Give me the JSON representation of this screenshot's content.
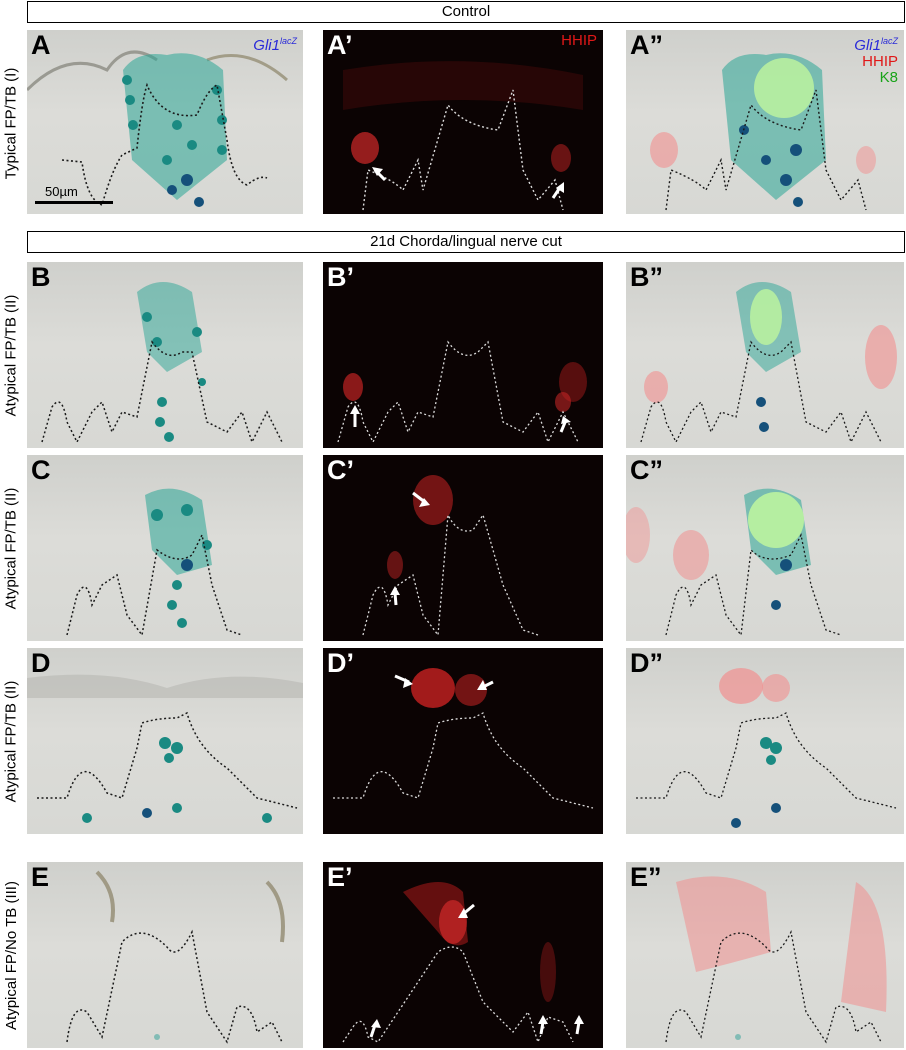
{
  "figure": {
    "sections": [
      {
        "label": "Control"
      },
      {
        "label": "21d Chorda/lingual nerve cut"
      }
    ],
    "rows": [
      {
        "label": "Typical FP/TB (I)",
        "letters": [
          "A",
          "A’",
          "A”"
        ]
      },
      {
        "label": "Atypical FP/TB (II)",
        "letters": [
          "B",
          "B’",
          "B”"
        ]
      },
      {
        "label": "Atypical FP/TB (II)",
        "letters": [
          "C",
          "C’",
          "C”"
        ]
      },
      {
        "label": "Atypical FP/TB (II)",
        "letters": [
          "D",
          "D’",
          "D”"
        ]
      },
      {
        "label": "Atypical FP/No TB (III)",
        "letters": [
          "E",
          "E’",
          "E”"
        ]
      }
    ],
    "legend_a": {
      "gli1": "Gli1",
      "gli1_sup": "lacZ"
    },
    "legend_a1": {
      "hhip": "HHIP"
    },
    "legend_a2": {
      "gli1": "Gli1",
      "gli1_sup": "lacZ",
      "hhip": "HHIP",
      "k8": "K8"
    },
    "scale_bar": {
      "label": "50µm"
    },
    "colors": {
      "stain_teal": "#1f9e8e",
      "stain_dark": "#0d4a5a",
      "hhip_red": "#e02020",
      "k8_green": "#9ff09a",
      "dark_field": "#0b0303"
    }
  }
}
